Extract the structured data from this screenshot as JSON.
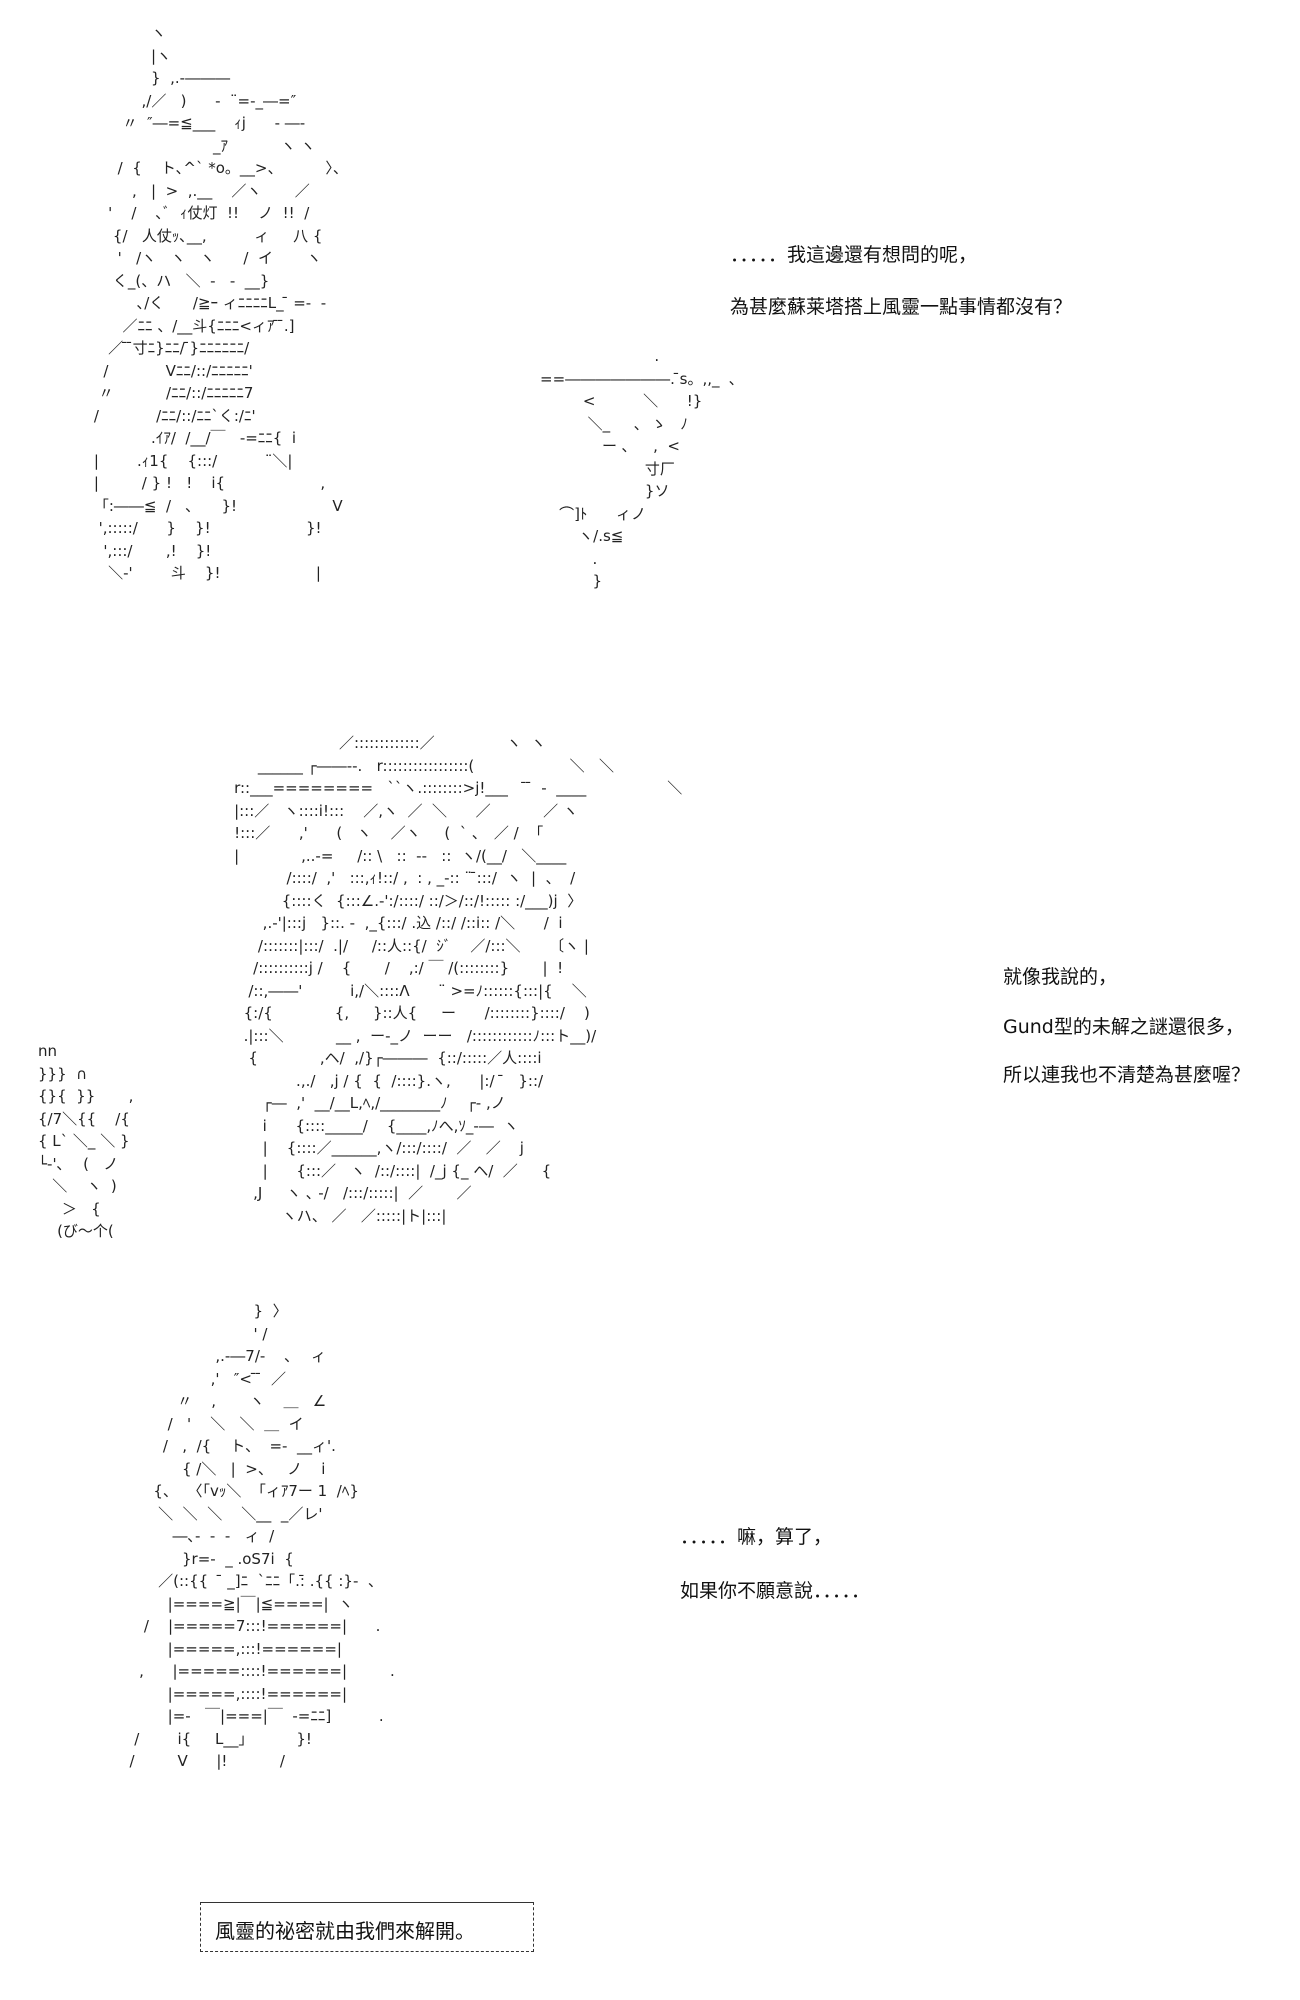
{
  "panels": [
    {
      "art": "                 ヽ\n                 |ヽ\n                 }  ,.-―――\n               ,/／   )      -  ¨=-_―=″\n           〃  ″―=≦___    ｨj      ‐ ―‐\n                              _ｱ           ヽ ヽ\n          /  {    ト､^` *o。__>、         〉、\n             ,   |  >  ,.__    ／ヽ       ／\n        '    /    ､ﾞ  ｨ仗灯  !!    ノ  !!  /\n         {/   人仗ｯ､__,          ィ     八 {\n          '   /ヽ   ヽ   ヽ      /  イ       ヽ\n         く_(、ハ   ＼  -   -  __}\n              ､/く      /≧ｰ ィﾆﾆﾆﾆL_ ̄ =-  -\n           ／ﾆﾆ 、/__斗{ﾆﾆﾆ<ィｱ ̄ ̄.]\n        ／ ̄ ̄寸ﾆ}ﾆﾆ/ ̄}ﾆﾆﾆﾆﾆﾆ/\n       /            Vﾆﾆ/::/ﾆﾆﾆﾆﾆ'\n      〃           /ﾆﾆ/::/ﾆﾆﾆﾆﾆ7\n     /            /ﾆﾆ/::/ﾆﾆ`く:/ﾆ'\n                 .ｲｱ/  /__/￣   -=ﾆﾆ{  i\n     |        .ｨ1{    {:::/          ¨＼|\n     |         / } !   !    i{                    ,\n     「:――≦  /   ､      }!                    V\n      ',:::::/      }    }!                    }!\n       ',:::/       ,!    }!\n        ＼-'        斗    }!                    |",
      "art2": "                        .\n==―――――――. ̄s。,,_  ､\n         <          ＼      !}\n          ＼_     ､  ゝ   ﾉ\n             ー ､     ,  <\n                      寸厂\n                      }ソ\n    ⌒]ﾄ      ィノ\n        ヽ/.s≦\n           .\n           }",
      "lines": [
        "．．．．．我這邊還有想問的呢，",
        "為甚麼蘇莱塔搭上風靈一點事情都沒有？"
      ]
    },
    {
      "art": "                          ／:::::::::::::／               ヽ  ヽ\n         ______ ┌――‐‐.   r:::::::::::::::::(                    ＼   ＼\n    r::___========   ``ヽ.::::::::>j!___    ̄ ̄  -  ____                 ＼\n    |:::／   ヽ::::i!:::    ／,ヽ  ／  ＼      ／           ／ ヽ\n    !:::／      ,'      (   ヽ    ／ヽ     (  ` ､   ／ /  「\n    |             ,..-=     /:: \\   ::  -‐   ::  ヽ/(__/   ＼____\n               /::::/  ,'   :::,ｨ!::/ ,  : , _-:: ¨ ̄:::/  ヽ  |  、  /\n              {::::く  {:::∠.-':/::::/ ::/＞/::/!::::: :/___)j  〉\n          ,.-'|:::j   }::. -  ,_{:::/ .込 /::/ /::i:: /＼      /  i\n         /:::::::|:::/  .|/     /::人::{/  ｼﾞ    ／/:::＼      〔ヽ |\n        /::::::::::j /    {       /    ,:/ ￣ /(::::::::}       |  !\n       /::,――'          i,/＼::::Λ      ¨ >=ﾉ::::::{:::|{    ＼\n      {:/{             {,     }::人{     ー      /::::::::}::::/    )\n      .|:::＼           __ ,  ー-_ノ  ーー   /::::::::::::ﾉ:::ト__)/\n       {             ,ヘ/  ,/}┌―――  {::/:::::／人::::i\n                 .,./   ,j / {  {  /::::}.ヽ,      |:/  ̄   }::/\n          ┌―  ,'  __/__L,ﾍ,/________ﾉ    ┌‐ ,ノ\n          i      {::::_____/    {____,ﾉへ,ｿ_-―  ヽ\n          |    {::::／______,ヽ/:::/::::/  ／   ／    j\n          |      {:::／   ヽ  /::/::::|  /_j {_ ヘ/  ／     {\n        ,J     ヽ ､ -/   /:::/:::::|  ／       ／\n              ヽハ、 ／   ／:::::|ト|:::|",
      "hand": "nn\n}}}  ∩\n{}{  }}       ,\n{/7＼{{    /{\n{ L` ＼_ ＼ }\n└-'､    (   ノ\n   ＼    ヽ  )\n     ＞   {\n    (び〜个(",
      "lines": [
        "就像我說的，",
        "Gund型的未解之謎還很多，",
        "所以連我也不清楚為甚麼喔？"
      ]
    },
    {
      "art": "                            }  〉\n                            ' /\n                    ,.-―7/-    ､    ィ\n                   ,'   ″< ̄ ̄  ／\n            〃    ,       ヽ    ＿   ∠\n          /   '    ＼   ＼  ＿  イ\n         /   ,  /{    ト、  =-  __ィ'.\n             { /＼   |  >、   ノ    i\n       {、  〈「vｯ＼  「ィｱ7ー 1  /ﾍ}\n        ＼  ＼  ＼    ＼__  _／レ'\n           ―､-  -  -   ィ  /\n             }r=-  _ .oS7i  {\n        ／(::{{   ̄ _]ﾆ  `ﾆﾆ「.:̄ .{{ :}-  、\n          |====≧|￣|≦====|  ヽ\n     /    |=====7:::!======|      .\n          |=====,:::!======|\n    ,      |=====::::!======|         .\n          |=====,::::!======|\n          |=-   ￣|===|￣  -=ﾆﾆ]          .\n   /        i{     L__」         }!\n  /         V      |!           /",
      "lines": [
        "．．．．．嘛，算了，",
        "如果你不願意說．．．．．"
      ]
    }
  ],
  "caption_box": "風靈的祕密就由我們來解開。"
}
